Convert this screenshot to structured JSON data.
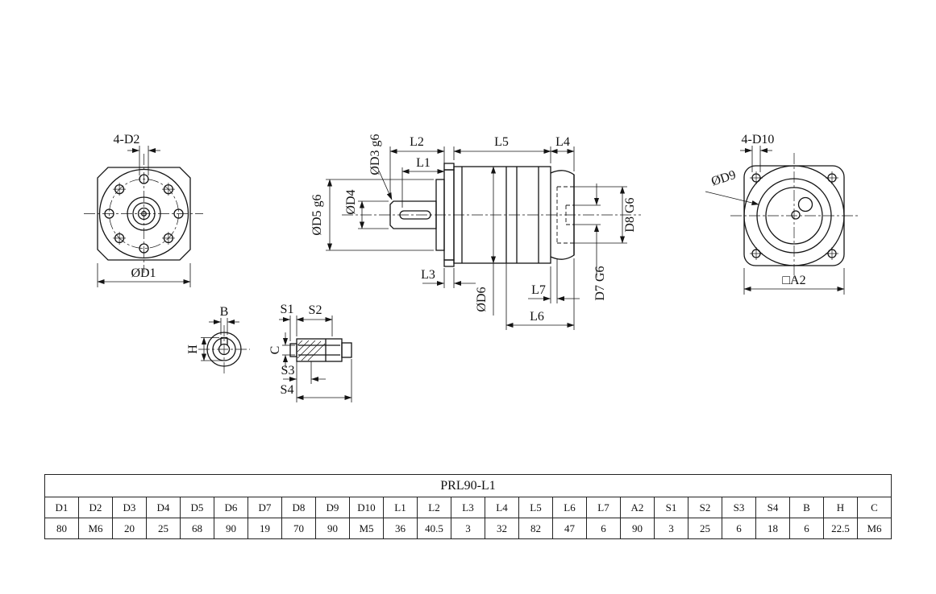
{
  "drawing": {
    "front_view": {
      "holes_label": "4-D2",
      "diameter_label": "ØD1"
    },
    "section_view": {
      "l1": "L1",
      "l2": "L2",
      "l3": "L3",
      "l4": "L4",
      "l5": "L5",
      "l6": "L6",
      "l7": "L7",
      "d3": "ØD3 g6",
      "d4": "ØD4",
      "d5": "ØD5 g6",
      "d6": "ØD6",
      "d7": "D7 G6",
      "d8": "D8 G6"
    },
    "rear_view": {
      "holes_label": "4-D10",
      "diameter_label": "ØD9",
      "square_label": "□A2"
    },
    "shaft_end_view": {
      "b": "B",
      "h": "H"
    },
    "key_detail": {
      "s1": "S1",
      "s2": "S2",
      "s3": "S3",
      "s4": "S4",
      "c": "C"
    }
  },
  "table": {
    "title": "PRL90-L1",
    "headers": [
      "D1",
      "D2",
      "D3",
      "D4",
      "D5",
      "D6",
      "D7",
      "D8",
      "D9",
      "D10",
      "L1",
      "L2",
      "L3",
      "L4",
      "L5",
      "L6",
      "L7",
      "A2",
      "S1",
      "S2",
      "S3",
      "S4",
      "B",
      "H",
      "C"
    ],
    "values": [
      "80",
      "M6",
      "20",
      "25",
      "68",
      "90",
      "19",
      "70",
      "90",
      "M5",
      "36",
      "40.5",
      "3",
      "32",
      "82",
      "47",
      "6",
      "90",
      "3",
      "25",
      "6",
      "18",
      "6",
      "22.5",
      "M6"
    ]
  }
}
